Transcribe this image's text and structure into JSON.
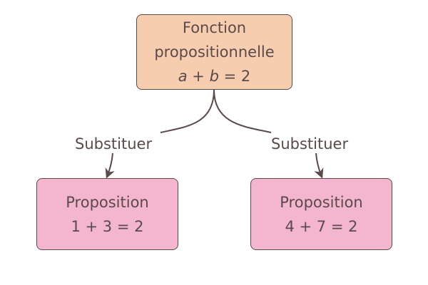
{
  "diagram": {
    "root": {
      "line1": "Fonction",
      "line2": "propositionnelle",
      "formula": {
        "var_a": "a",
        "middle": " + ",
        "var_b": "b",
        "rest": " = 2"
      }
    },
    "edges": [
      {
        "label": "Substituer"
      },
      {
        "label": "Substituer"
      }
    ],
    "children": [
      {
        "title": "Proposition",
        "value": "1 + 3 = 2"
      },
      {
        "title": "Proposition",
        "value": "4 + 7 = 2"
      }
    ],
    "colors": {
      "root_fill": "#f7cdb0",
      "child_fill": "#f4b6cf",
      "stroke": "#5a4a4a",
      "text": "#5a4a4a"
    }
  }
}
